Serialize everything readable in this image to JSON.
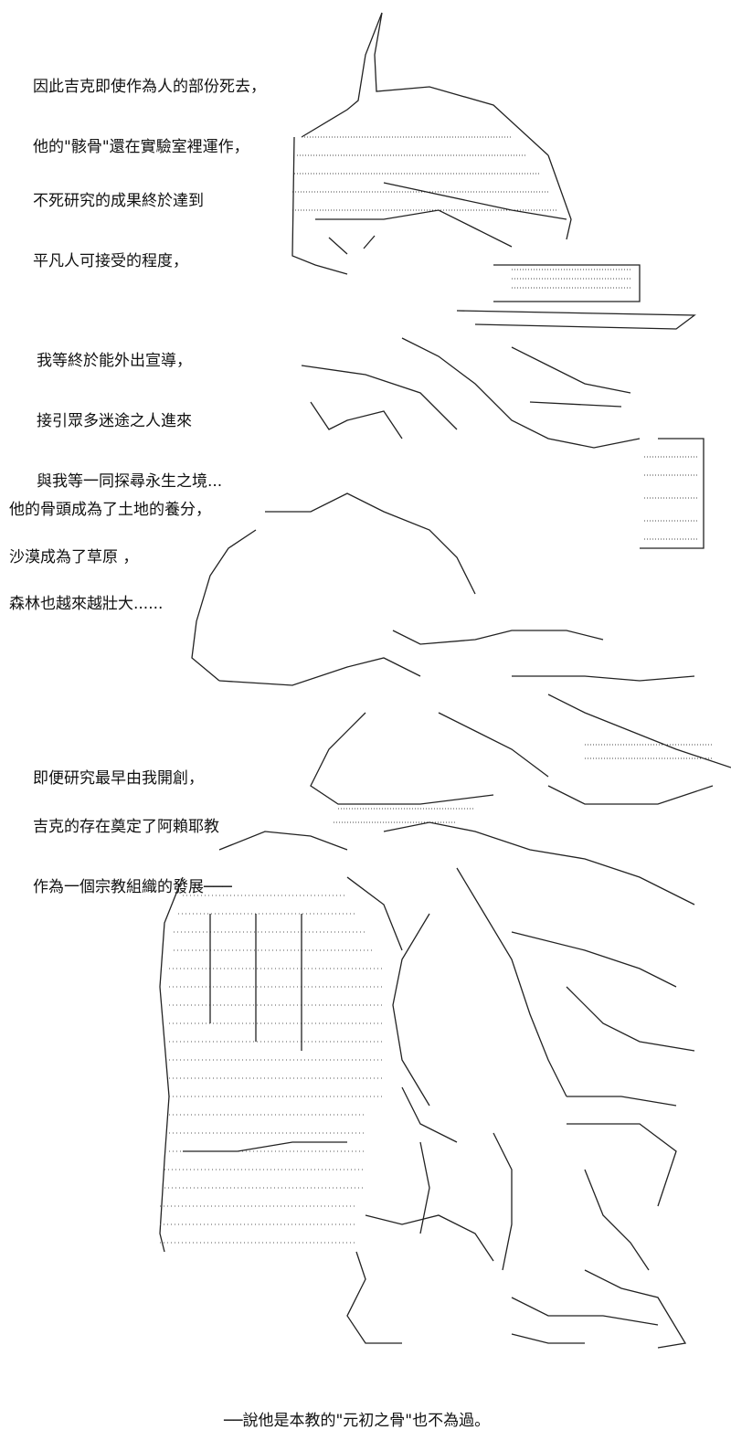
{
  "narration": {
    "block1": [
      "因此吉克即使作為人的部份死去，",
      "他的\"骸骨\"還在實驗室裡運作，"
    ],
    "block2": [
      "不死研究的成果終於達到",
      "平凡人可接受的程度，"
    ],
    "block3": [
      "我等終於能外出宣導，",
      "接引眾多迷途之人進來",
      "與我等一同探尋永生之境..."
    ],
    "block4": [
      "他的骨頭成為了土地的養分，"
    ],
    "block5": [
      "沙漠成為了草原 ，"
    ],
    "block6": [
      "森林也越來越壯大......"
    ],
    "block7": [
      "即便研究最早由我開創，"
    ],
    "block8": [
      "吉克的存在奠定了阿賴耶教",
      "作為一個宗教組織的發展───"
    ],
    "footer": [
      "──說他是本教的\"元初之骨\"也不為過。"
    ]
  }
}
